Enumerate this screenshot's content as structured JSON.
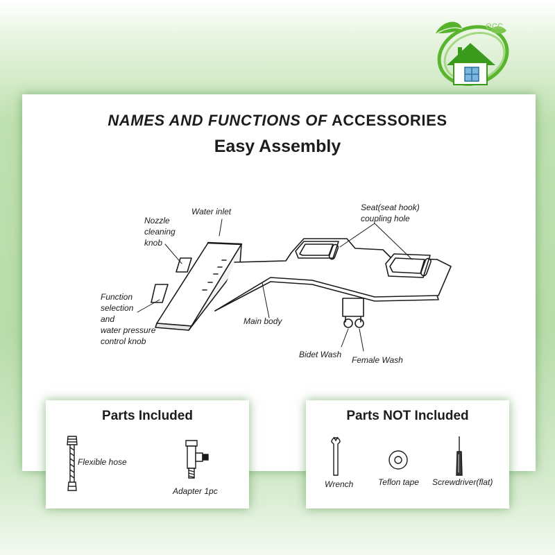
{
  "heading": {
    "title_italic": "NAMES AND FUNCTIONS OF",
    "title_regular": "ACCESSORIES",
    "subtitle": "Easy Assembly"
  },
  "diagram_labels": {
    "nozzle_cleaning_knob": [
      "Nozzle",
      "cleaning",
      "knob"
    ],
    "water_inlet": "Water inlet",
    "seat_coupling_hole": [
      "Seat(seat hook)",
      "coupling hole"
    ],
    "function_selection": [
      "Function",
      "selection",
      "and",
      "water pressure",
      "control knob"
    ],
    "main_body": "Main body",
    "bidet_wash": "Bidet Wash",
    "female_wash": "Female Wash"
  },
  "parts_included": {
    "title": "Parts Included",
    "items": [
      {
        "label": "Flexible hose",
        "icon": "flexible-hose-icon"
      },
      {
        "label": "Adapter 1pc",
        "icon": "adapter-icon"
      }
    ]
  },
  "parts_not_included": {
    "title": "Parts NOT Included",
    "items": [
      {
        "label": "Wrench",
        "icon": "wrench-icon"
      },
      {
        "label": "Teflon tape",
        "icon": "teflon-tape-icon"
      },
      {
        "label": "Screwdriver(flat)",
        "icon": "screwdriver-icon"
      }
    ]
  },
  "colors": {
    "brand_green": "#4caf2a",
    "logo_house_roof": "#3a9a1c"
  }
}
